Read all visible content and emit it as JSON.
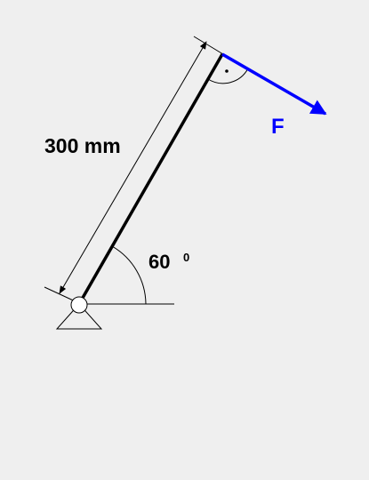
{
  "diagram": {
    "length_label": "300 mm",
    "angle_label": "60",
    "angle_unit_mark": "0",
    "force_label": "F",
    "colors": {
      "background": "#efefef",
      "beam": "#000000",
      "force": "#0000ff",
      "dimension": "#000000"
    }
  }
}
